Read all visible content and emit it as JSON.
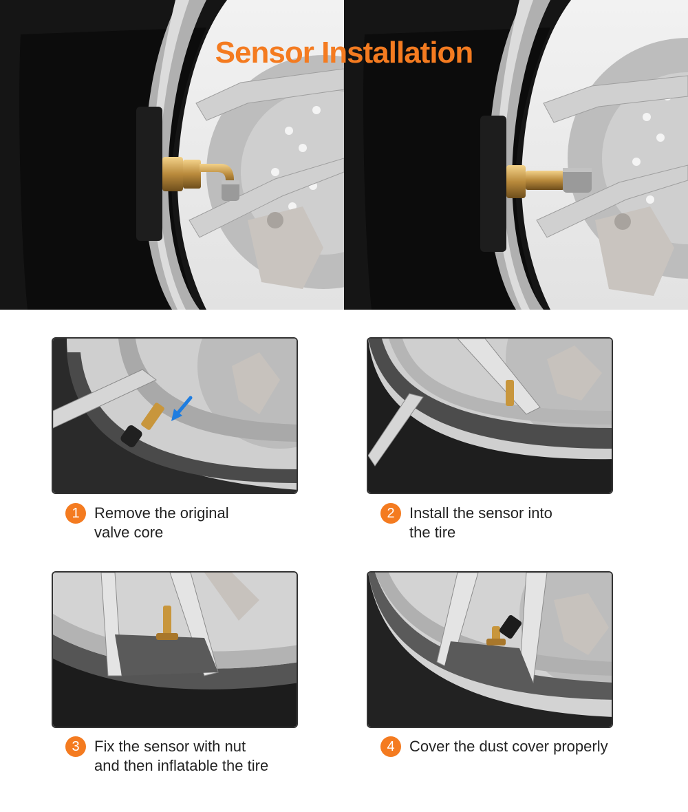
{
  "header": {
    "title": "Sensor Installation",
    "accent_color": "#f47b20"
  },
  "hero": {
    "left_image": "tire-with-angled-valve-illustration",
    "right_image": "tire-with-straight-sensor-valve-illustration"
  },
  "steps": [
    {
      "number": "1",
      "text": "Remove the original\nvalve core",
      "image": "remove-valve-core-illustration",
      "icon": "blue-arrow-icon"
    },
    {
      "number": "2",
      "text": "Install the sensor into\nthe tire",
      "image": "install-sensor-illustration"
    },
    {
      "number": "3",
      "text": "Fix the sensor with nut\nand then inflatable the tire",
      "image": "fix-sensor-nut-illustration"
    },
    {
      "number": "4",
      "text": "Cover the dust cover properly",
      "image": "cover-dust-cap-illustration"
    }
  ]
}
